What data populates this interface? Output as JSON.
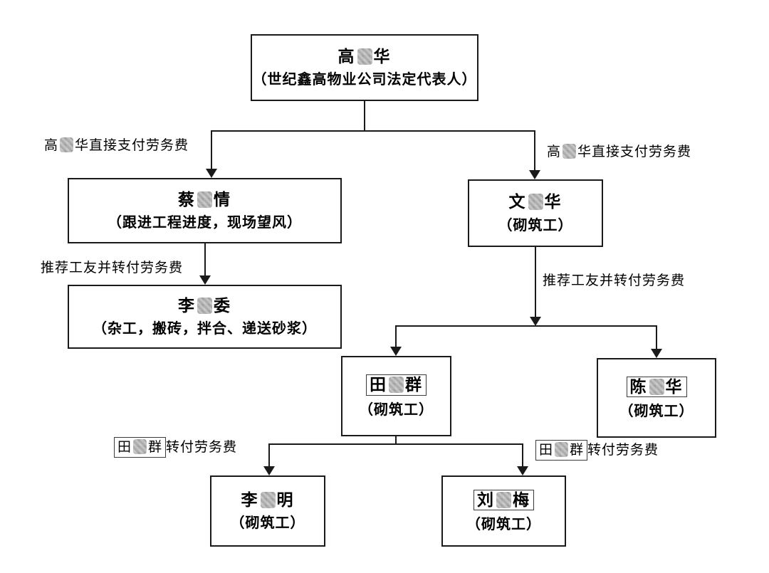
{
  "chart_title": "labor-payment-org-diagram",
  "nodes": {
    "gao": {
      "name_pre": "高",
      "name_post": "华",
      "desc": "（世纪鑫高物业公司法定代表人）"
    },
    "cai": {
      "name_pre": "蔡",
      "name_post": "情",
      "desc": "（跟进工程进度，现场望风）"
    },
    "wen": {
      "name_pre": "文",
      "name_post": "华",
      "desc": "（砌筑工）"
    },
    "li_wei": {
      "name_pre": "李",
      "name_post": "委",
      "desc": "（杂工，搬砖，拌合、递送砂浆）"
    },
    "tian": {
      "name_pre": "田",
      "name_post": "群",
      "desc": "（砌筑工）"
    },
    "chen": {
      "name_pre": "陈",
      "name_post": "华",
      "desc": "（砌筑工）"
    },
    "li_ming": {
      "name_pre": "李",
      "name_post": "明",
      "desc": "（砌筑工）"
    },
    "liu": {
      "name_pre": "刘",
      "name_post": "梅",
      "desc": "（砌筑工）"
    }
  },
  "labels": {
    "pay_left": {
      "pre": "高",
      "post": "华直接支付劳务费"
    },
    "pay_right": {
      "pre": "高",
      "post": "华直接支付劳务费"
    },
    "refer_left": {
      "text": "推荐工友并转付劳务费"
    },
    "refer_right": {
      "text": "推荐工友并转付劳务费"
    },
    "transfer_left": {
      "boxed_pre": "田",
      "boxed_post": "群",
      "post": "转付劳务费"
    },
    "transfer_right": {
      "boxed_pre": "田",
      "boxed_post": "群",
      "post": "转付劳务费"
    }
  },
  "colors": {
    "line": "#1a1a1a",
    "box_border": "#1a1a1a",
    "redaction": "#ababab",
    "background": "#ffffff"
  }
}
